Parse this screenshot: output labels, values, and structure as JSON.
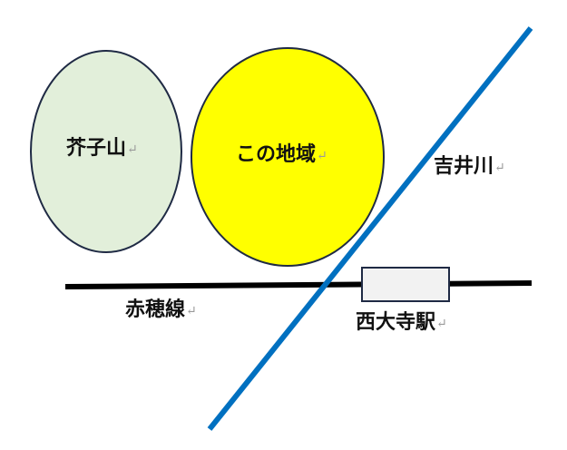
{
  "labels": {
    "mountain": "芥子山",
    "area": "この地域",
    "river": "吉井川",
    "railway": "赤穂線",
    "station": "西大寺駅"
  },
  "return_mark": "↵",
  "colors": {
    "mountain_fill": "#e2efda",
    "area_fill": "#ffff00",
    "river": "#0070c0",
    "railway": "#000000",
    "station_fill": "#f2f2f2",
    "outline": "#1f2a44"
  }
}
